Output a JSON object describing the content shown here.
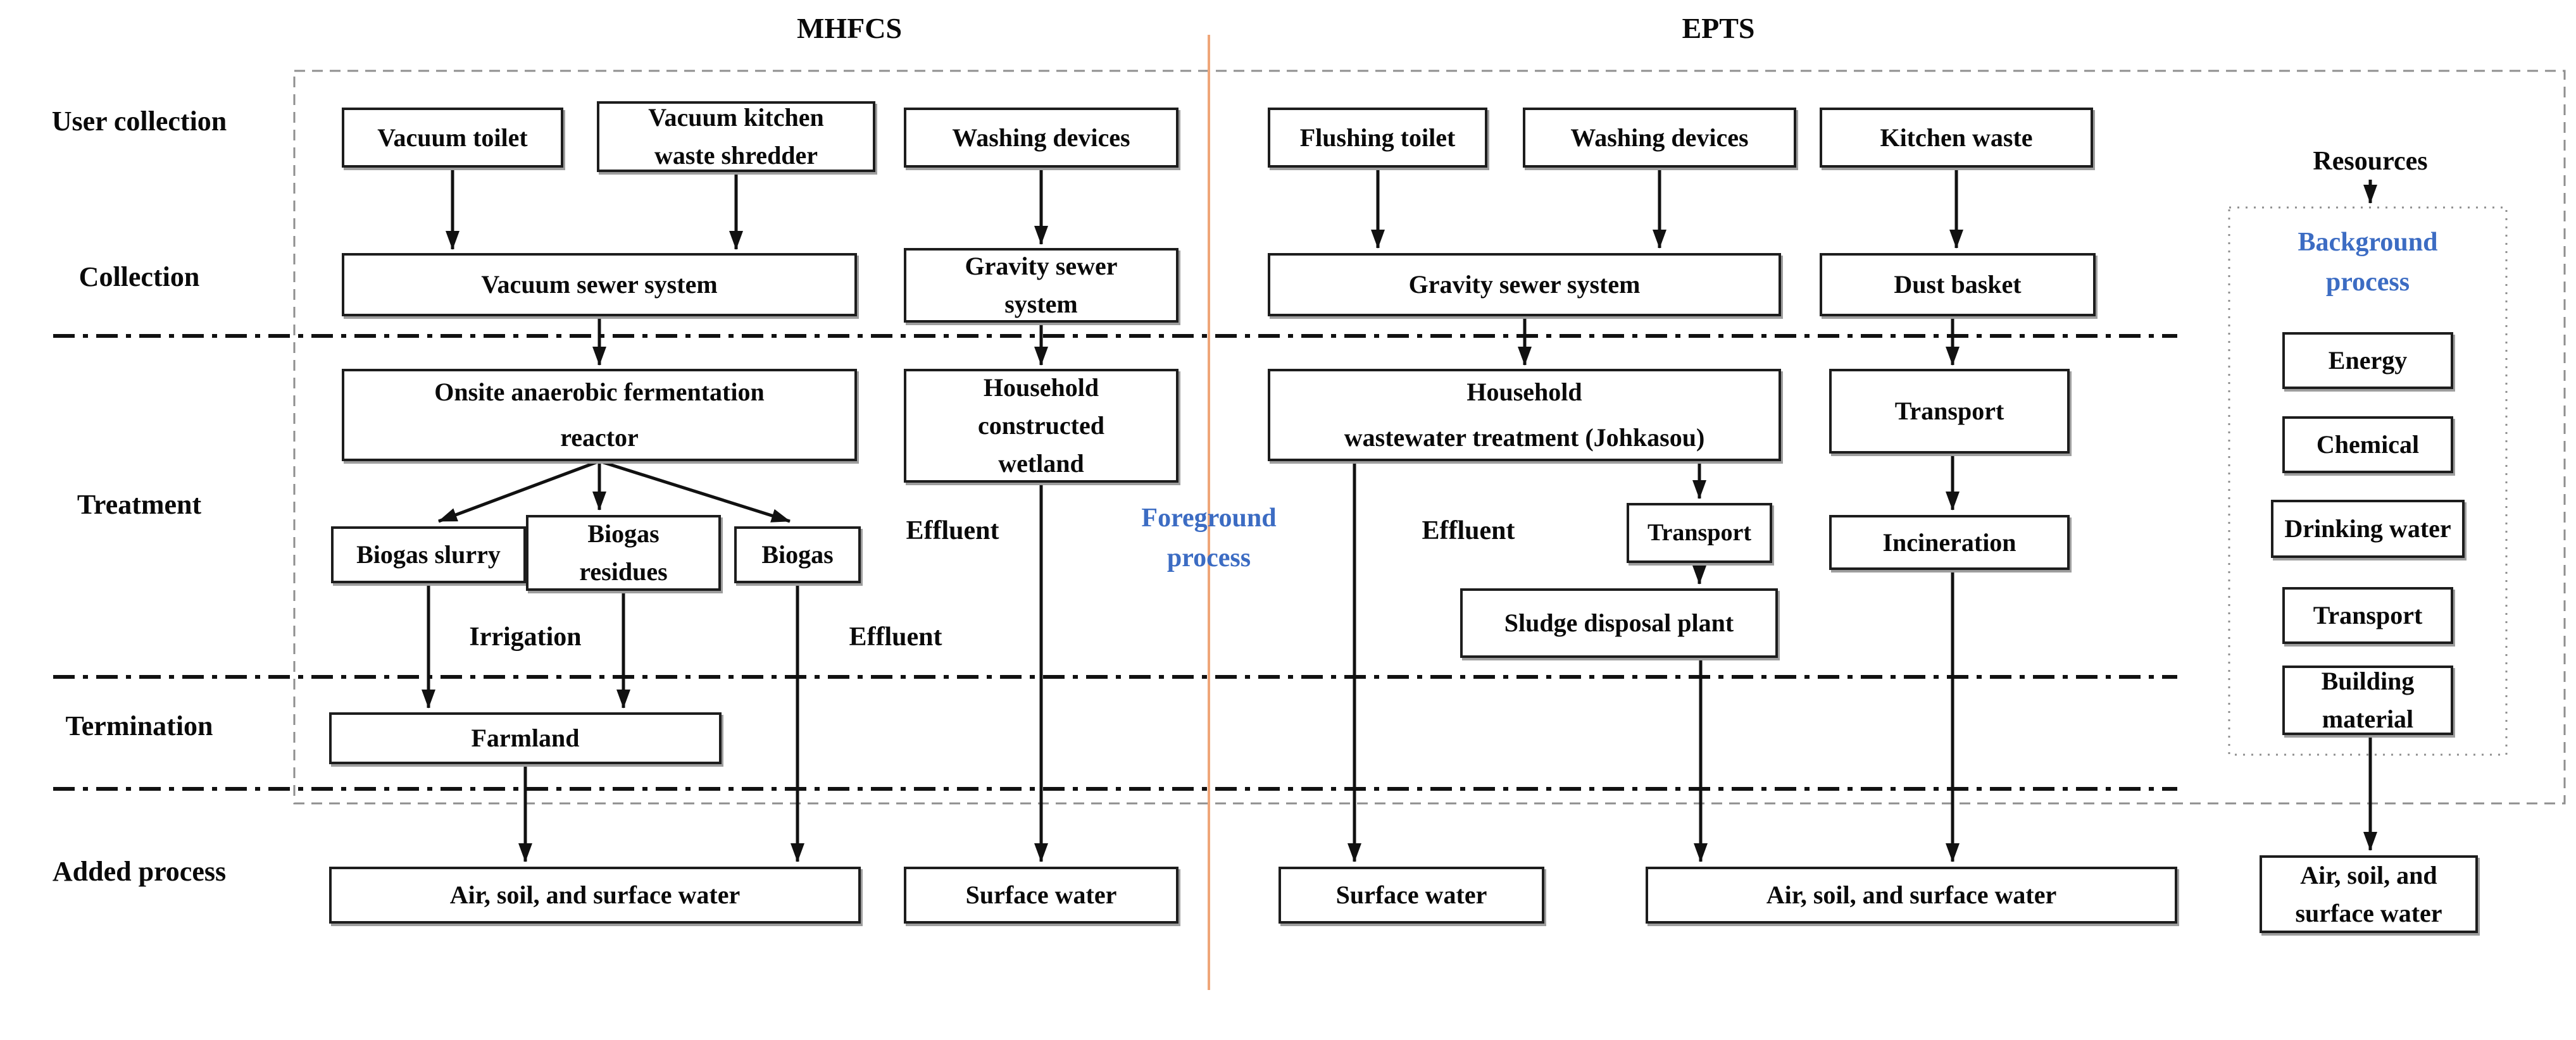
{
  "headers": {
    "mhfcs": "MHFCS",
    "epts": "EPTS"
  },
  "stage_labels": {
    "user_collection": "User collection",
    "collection": "Collection",
    "treatment": "Treatment",
    "termination": "Termination",
    "added_process": "Added process"
  },
  "boxes": {
    "vacuum_toilet": "Vacuum toilet",
    "vacuum_kitchen_shredder": "Vacuum kitchen\nwaste shredder",
    "washing_devices_mhfcs": "Washing devices",
    "vacuum_sewer_system": "Vacuum sewer system",
    "gravity_sewer_mhfcs": "Gravity sewer\nsystem",
    "onsite_reactor": "Onsite anaerobic fermentation\nreactor",
    "household_wetland": "Household\nconstructed\nwetland",
    "biogas_slurry": "Biogas slurry",
    "biogas_residues": "Biogas\nresidues",
    "biogas": "Biogas",
    "farmland": "Farmland",
    "air_soil_surface_mhfcs": "Air, soil, and surface water",
    "surface_water_mhfcs": "Surface water",
    "flushing_toilet": "Flushing toilet",
    "washing_devices_epts": "Washing devices",
    "kitchen_waste": "Kitchen waste",
    "gravity_sewer_epts": "Gravity sewer system",
    "dust_basket": "Dust basket",
    "johkasou": "Household\nwastewater treatment (Johkasou)",
    "transport_johkasou": "Transport",
    "sludge_disposal": "Sludge disposal plant",
    "transport_epts": "Transport",
    "incineration": "Incineration",
    "surface_water_epts": "Surface water",
    "air_soil_surface_epts": "Air, soil, and surface water",
    "energy": "Energy",
    "chemical": "Chemical",
    "drinking_water": "Drinking water",
    "transport_background": "Transport",
    "building_material": "Building\nmaterial",
    "air_soil_surface_background": "Air, soil, and\nsurface water"
  },
  "annotations": {
    "resources": "Resources",
    "irrigation": "Irrigation",
    "effluent_biogas": "Effluent",
    "effluent_wetland": "Effluent",
    "effluent_johkasou": "Effluent",
    "foreground_process": "Foreground\nprocess",
    "background_process": "Background\nprocess"
  },
  "colors": {
    "accent_blue": "#3c6cc3",
    "divider_orange": "#efa679",
    "line_black": "#111111"
  }
}
